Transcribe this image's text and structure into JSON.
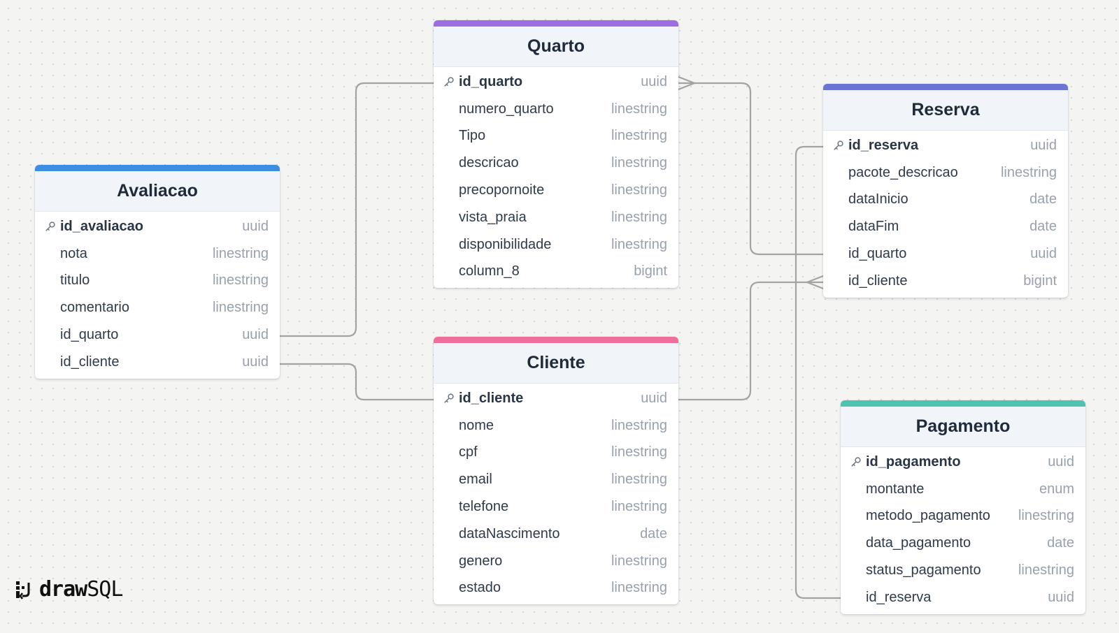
{
  "brand": {
    "logo_bold": "draw",
    "logo_light": "SQL"
  },
  "accent_colors": {
    "quarto": "#9d6de1",
    "reserva": "#6b74d1",
    "avaliacao": "#3b8ee0",
    "cliente": "#ef6f9b",
    "pagamento": "#4ec4b0"
  },
  "connector_color": "#a3a3a3",
  "key_icon": "key-icon",
  "tables": {
    "quarto": {
      "name": "Quarto",
      "columns": [
        {
          "name": "id_quarto",
          "type": "uuid",
          "pk": true
        },
        {
          "name": "numero_quarto",
          "type": "linestring"
        },
        {
          "name": "Tipo",
          "type": "linestring"
        },
        {
          "name": "descricao",
          "type": "linestring"
        },
        {
          "name": "precopornoite",
          "type": "linestring"
        },
        {
          "name": "vista_praia",
          "type": "linestring"
        },
        {
          "name": "disponibilidade",
          "type": "linestring"
        },
        {
          "name": "column_8",
          "type": "bigint"
        }
      ]
    },
    "reserva": {
      "name": "Reserva",
      "columns": [
        {
          "name": "id_reserva",
          "type": "uuid",
          "pk": true
        },
        {
          "name": "pacote_descricao",
          "type": "linestring"
        },
        {
          "name": "dataInicio",
          "type": "date"
        },
        {
          "name": "dataFim",
          "type": "date"
        },
        {
          "name": "id_quarto",
          "type": "uuid"
        },
        {
          "name": "id_cliente",
          "type": "bigint"
        }
      ]
    },
    "avaliacao": {
      "name": "Avaliacao",
      "columns": [
        {
          "name": "id_avaliacao",
          "type": "uuid",
          "pk": true
        },
        {
          "name": "nota",
          "type": "linestring"
        },
        {
          "name": "titulo",
          "type": "linestring"
        },
        {
          "name": "comentario",
          "type": "linestring"
        },
        {
          "name": "id_quarto",
          "type": "uuid"
        },
        {
          "name": "id_cliente",
          "type": "uuid"
        }
      ]
    },
    "cliente": {
      "name": "Cliente",
      "columns": [
        {
          "name": "id_cliente",
          "type": "uuid",
          "pk": true
        },
        {
          "name": "nome",
          "type": "linestring"
        },
        {
          "name": "cpf",
          "type": "linestring"
        },
        {
          "name": "email",
          "type": "linestring"
        },
        {
          "name": "telefone",
          "type": "linestring"
        },
        {
          "name": "dataNascimento",
          "type": "date"
        },
        {
          "name": "genero",
          "type": "linestring"
        },
        {
          "name": "estado",
          "type": "linestring"
        }
      ]
    },
    "pagamento": {
      "name": "Pagamento",
      "columns": [
        {
          "name": "id_pagamento",
          "type": "uuid",
          "pk": true
        },
        {
          "name": "montante",
          "type": "enum"
        },
        {
          "name": "metodo_pagamento",
          "type": "linestring"
        },
        {
          "name": "data_pagamento",
          "type": "date"
        },
        {
          "name": "status_pagamento",
          "type": "linestring"
        },
        {
          "name": "id_reserva",
          "type": "uuid"
        }
      ]
    }
  }
}
